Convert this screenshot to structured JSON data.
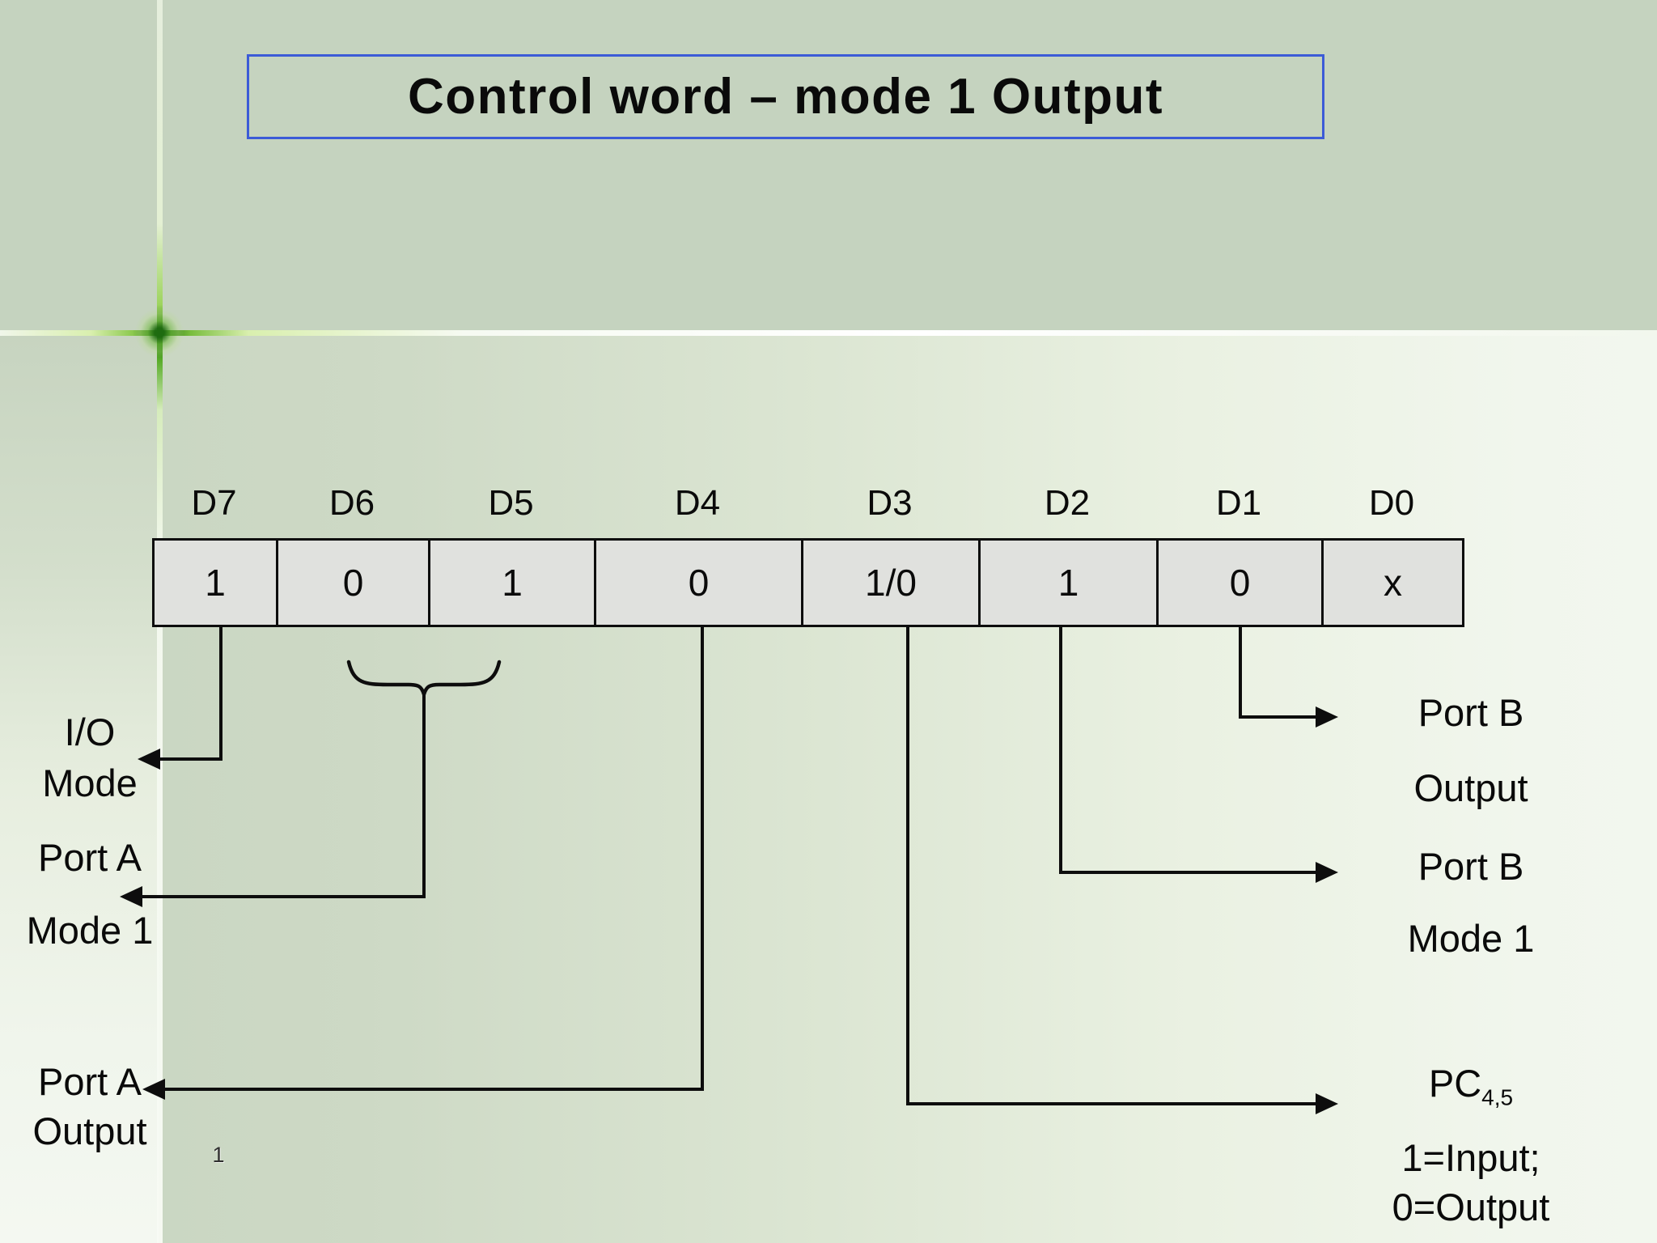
{
  "title": "Control word – mode 1 Output",
  "page_number": "1",
  "bits": {
    "labels": [
      "D7",
      "D6",
      "D5",
      "D4",
      "D3",
      "D2",
      "D1",
      "D0"
    ],
    "values": [
      "1",
      "0",
      "1",
      "0",
      "1/0",
      "1",
      "0",
      "x"
    ]
  },
  "callouts": {
    "io_mode": {
      "line1": "I/O",
      "line2": "Mode"
    },
    "port_a_mode": {
      "line1": "Port A",
      "line2": "Mode 1"
    },
    "port_a_output": {
      "line1": "Port A",
      "line2": "Output"
    },
    "port_b_output": {
      "line1": "Port B",
      "line2": "Output"
    },
    "port_b_mode": {
      "line1": "Port B",
      "line2": "Mode 1"
    },
    "pc45": {
      "base": "PC",
      "subscript": "4,5",
      "note_line1": "1=Input;",
      "note_line2": "0=Output"
    }
  },
  "colors": {
    "title_border": "#3c5bd7",
    "cell_fill": "#e0e1de",
    "line": "#0d0d0d",
    "bg_sage": "#c5d3bf",
    "bg_light": "#f0f5ee",
    "flare_green": "#1e6b10"
  }
}
